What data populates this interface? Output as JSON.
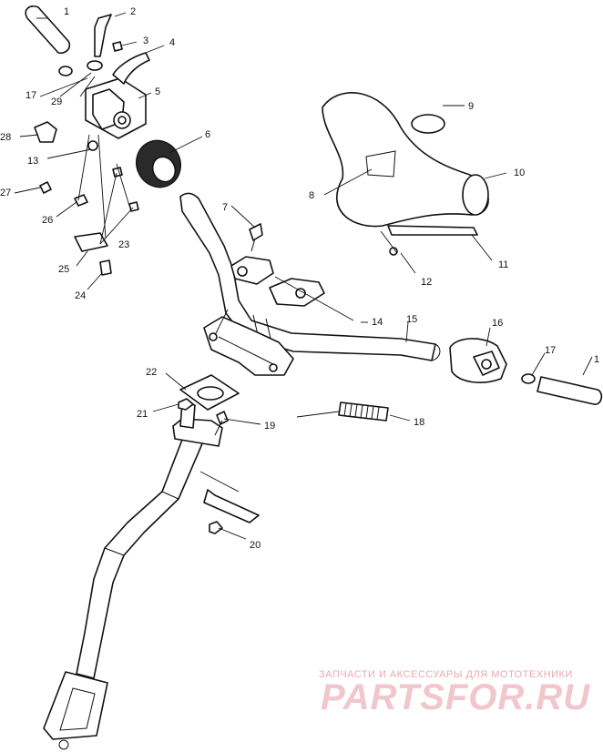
{
  "callouts": [
    {
      "id": "c1a",
      "text": "1"
    },
    {
      "id": "c2",
      "text": "2"
    },
    {
      "id": "c3",
      "text": "3"
    },
    {
      "id": "c4",
      "text": "4"
    },
    {
      "id": "c5",
      "text": "5"
    },
    {
      "id": "c6",
      "text": "6"
    },
    {
      "id": "c7",
      "text": "7"
    },
    {
      "id": "c8",
      "text": "8"
    },
    {
      "id": "c9",
      "text": "9"
    },
    {
      "id": "c10",
      "text": "10"
    },
    {
      "id": "c11",
      "text": "11"
    },
    {
      "id": "c12",
      "text": "12"
    },
    {
      "id": "c13",
      "text": "13"
    },
    {
      "id": "c14",
      "text": "14"
    },
    {
      "id": "c15",
      "text": "15"
    },
    {
      "id": "c16",
      "text": "16"
    },
    {
      "id": "c17a",
      "text": "17"
    },
    {
      "id": "c17b",
      "text": "17"
    },
    {
      "id": "c18",
      "text": "18"
    },
    {
      "id": "c19",
      "text": "19"
    },
    {
      "id": "c20",
      "text": "20"
    },
    {
      "id": "c21",
      "text": "21"
    },
    {
      "id": "c22",
      "text": "22"
    },
    {
      "id": "c23",
      "text": "23"
    },
    {
      "id": "c24",
      "text": "24"
    },
    {
      "id": "c25",
      "text": "25"
    },
    {
      "id": "c26",
      "text": "26"
    },
    {
      "id": "c27",
      "text": "27"
    },
    {
      "id": "c28",
      "text": "28"
    },
    {
      "id": "c29",
      "text": "29"
    },
    {
      "id": "c1b",
      "text": "1"
    }
  ],
  "watermark": {
    "tagline": "ЗАПЧАСТИ И АКСЕССУАРЫ ДЛЯ МОТОТЕХНИКИ",
    "brand": "PARTSFOR.RU"
  }
}
